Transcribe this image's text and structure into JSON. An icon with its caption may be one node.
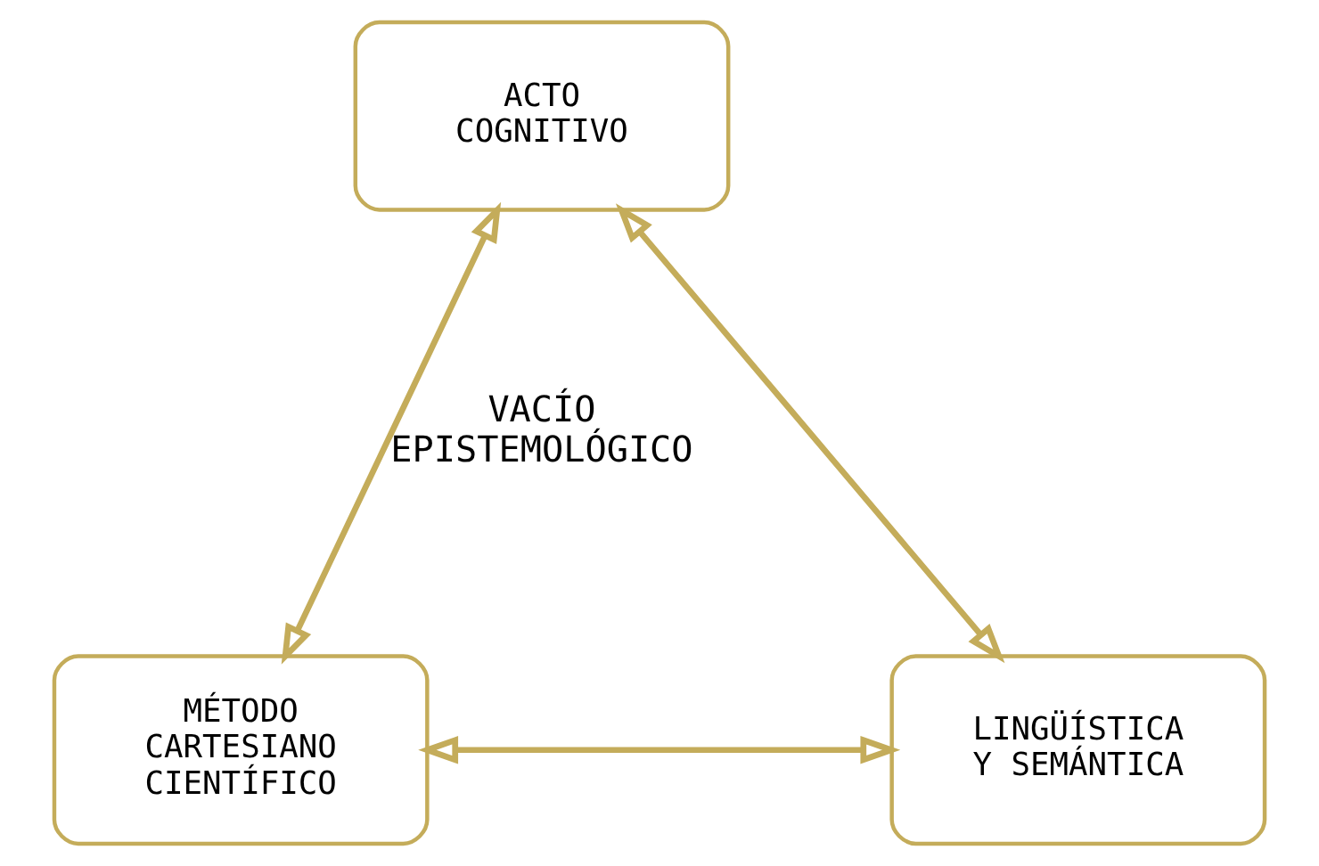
{
  "diagram": {
    "nodes": [
      {
        "text": [
          "ACTO COGNITIVO"
        ]
      },
      {
        "text": [
          "MÉTODO CARTESIANO CIENTÍFICO"
        ]
      },
      {
        "text": [
          "LINGÜÍSTICA Y SEMÁNTICA"
        ]
      }
    ],
    "edges": [
      {
        "from": 0,
        "to": 1,
        "arrow": "both"
      },
      {
        "from": 0,
        "to": 2,
        "arrow": "both"
      },
      {
        "from": 1,
        "to": 2,
        "arrow": "both"
      }
    ],
    "labels": [
      "VACÍO EPISTEMOLÓGICO"
    ]
  }
}
